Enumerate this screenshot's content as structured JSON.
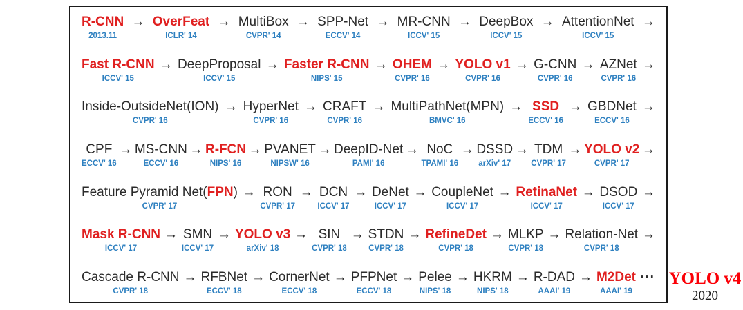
{
  "colors": {
    "highlight_red": "#e02020",
    "venue_blue": "#2e80c0",
    "text_black": "#2b2b2b",
    "outside_red": "#fb0007"
  },
  "arrow_glyph": "→",
  "ellipsis_glyph": "···",
  "outside": {
    "title": "YOLO v4",
    "year": "2020"
  },
  "rows": [
    {
      "trailing": "arrow",
      "items": [
        {
          "name": "R-CNN",
          "venue": "2013.11",
          "red": true
        },
        {
          "name": "OverFeat",
          "venue": "ICLR' 14",
          "red": true
        },
        {
          "name": "MultiBox",
          "venue": "CVPR' 14",
          "red": false
        },
        {
          "name": "SPP-Net",
          "venue": "ECCV' 14",
          "red": false
        },
        {
          "name": "MR-CNN",
          "venue": "ICCV' 15",
          "red": false
        },
        {
          "name": "DeepBox",
          "venue": "ICCV' 15",
          "red": false
        },
        {
          "name": "AttentionNet",
          "venue": "ICCV' 15",
          "red": false
        }
      ]
    },
    {
      "trailing": "arrow",
      "items": [
        {
          "name": "Fast R-CNN",
          "venue": "ICCV' 15",
          "red": true
        },
        {
          "name": "DeepProposal",
          "venue": "ICCV' 15",
          "red": false
        },
        {
          "name": "Faster R-CNN",
          "venue": "NIPS' 15",
          "red": true
        },
        {
          "name": "OHEM",
          "venue": "CVPR' 16",
          "red": true
        },
        {
          "name": "YOLO v1",
          "venue": "CVPR' 16",
          "red": true
        },
        {
          "name": "G-CNN",
          "venue": "CVPR' 16",
          "red": false
        },
        {
          "name": "AZNet",
          "venue": "CVPR' 16",
          "red": false
        }
      ]
    },
    {
      "trailing": "arrow",
      "items": [
        {
          "name": "Inside-OutsideNet(ION)",
          "venue": "CVPR' 16",
          "red": false
        },
        {
          "name": "HyperNet",
          "venue": "CVPR' 16",
          "red": false
        },
        {
          "name": "CRAFT",
          "venue": "CVPR' 16",
          "red": false
        },
        {
          "name": "MultiPathNet(MPN)",
          "venue": "BMVC' 16",
          "red": false
        },
        {
          "name": "SSD",
          "venue": "ECCV' 16",
          "red": true
        },
        {
          "name": "GBDNet",
          "venue": "ECCV' 16",
          "red": false
        }
      ]
    },
    {
      "trailing": "arrow",
      "items": [
        {
          "name": "CPF",
          "venue": "ECCV' 16",
          "red": false
        },
        {
          "name": "MS-CNN",
          "venue": "ECCV' 16",
          "red": false
        },
        {
          "name": "R-FCN",
          "venue": "NIPS' 16",
          "red": true
        },
        {
          "name": "PVANET",
          "venue": "NIPSW' 16",
          "red": false
        },
        {
          "name": "DeepID-Net",
          "venue": "PAMI' 16",
          "red": false
        },
        {
          "name": "NoC",
          "venue": "TPAMI' 16",
          "red": false
        },
        {
          "name": "DSSD",
          "venue": "arXiv' 17",
          "red": false
        },
        {
          "name": "TDM",
          "venue": "CVPR' 17",
          "red": false
        },
        {
          "name": "YOLO v2",
          "venue": "CVPR' 17",
          "red": true
        }
      ]
    },
    {
      "trailing": "arrow",
      "items": [
        {
          "name": "Feature Pyramid Net(FPN)",
          "venue": "CVPR' 17",
          "red": false,
          "parts": [
            {
              "text": "Feature Pyramid Net(",
              "red": false
            },
            {
              "text": "FPN",
              "red": true
            },
            {
              "text": ")",
              "red": false
            }
          ]
        },
        {
          "name": "RON",
          "venue": "CVPR' 17",
          "red": false
        },
        {
          "name": "DCN",
          "venue": "ICCV' 17",
          "red": false
        },
        {
          "name": "DeNet",
          "venue": "ICCV' 17",
          "red": false
        },
        {
          "name": "CoupleNet",
          "venue": "ICCV' 17",
          "red": false
        },
        {
          "name": "RetinaNet",
          "venue": "ICCV' 17",
          "red": true
        },
        {
          "name": "DSOD",
          "venue": "ICCV' 17",
          "red": false
        }
      ]
    },
    {
      "trailing": "arrow",
      "items": [
        {
          "name": "Mask R-CNN",
          "venue": "ICCV' 17",
          "red": true
        },
        {
          "name": "SMN",
          "venue": "ICCV' 17",
          "red": false
        },
        {
          "name": "YOLO v3",
          "venue": "arXiv' 18",
          "red": true
        },
        {
          "name": "SIN",
          "venue": "CVPR' 18",
          "red": false
        },
        {
          "name": "STDN",
          "venue": "CVPR' 18",
          "red": false
        },
        {
          "name": "RefineDet",
          "venue": "CVPR' 18",
          "red": true
        },
        {
          "name": "MLKP",
          "venue": "CVPR' 18",
          "red": false
        },
        {
          "name": "Relation-Net",
          "venue": "CVPR' 18",
          "red": false
        }
      ]
    },
    {
      "trailing": "ellipsis",
      "items": [
        {
          "name": "Cascade R-CNN",
          "venue": "CVPR' 18",
          "red": false
        },
        {
          "name": "RFBNet",
          "venue": "ECCV' 18",
          "red": false
        },
        {
          "name": "CornerNet",
          "venue": "ECCV' 18",
          "red": false
        },
        {
          "name": "PFPNet",
          "venue": "ECCV' 18",
          "red": false
        },
        {
          "name": "Pelee",
          "venue": "NIPS' 18",
          "red": false
        },
        {
          "name": "HKRM",
          "venue": "NIPS' 18",
          "red": false
        },
        {
          "name": "R-DAD",
          "venue": "AAAI' 19",
          "red": false
        },
        {
          "name": "M2Det",
          "venue": "AAAI' 19",
          "red": true
        }
      ]
    }
  ]
}
